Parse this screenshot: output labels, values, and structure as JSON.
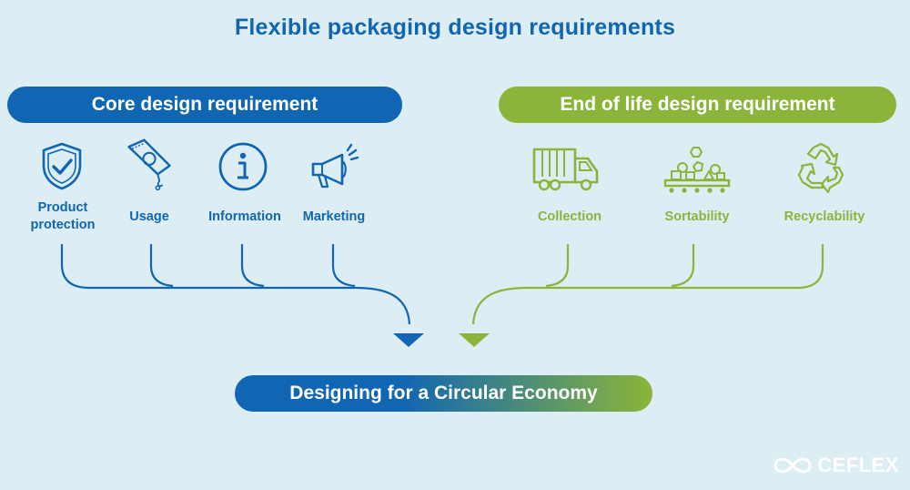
{
  "title": "Flexible packaging design requirements",
  "core": {
    "label": "Core design requirement",
    "items": [
      {
        "line1": "Product",
        "line2": "protection",
        "icon": "shield-check-icon"
      },
      {
        "line1": "Usage",
        "line2": "",
        "icon": "pouch-icon"
      },
      {
        "line1": "Information",
        "line2": "",
        "icon": "info-icon"
      },
      {
        "line1": "Marketing",
        "line2": "",
        "icon": "megaphone-icon"
      }
    ]
  },
  "eol": {
    "label": "End of life design requirement",
    "items": [
      {
        "line1": "Collection",
        "icon": "truck-icon"
      },
      {
        "line1": "Sortability",
        "icon": "conveyor-icon"
      },
      {
        "line1": "Recyclability",
        "icon": "recycle-icon"
      }
    ]
  },
  "outcome": {
    "label": "Designing for a Circular Economy"
  },
  "logo": {
    "text": "CEFLEX"
  },
  "colors": {
    "blue": "#1166b3",
    "green": "#8ab53a",
    "background": "#dcedf3"
  }
}
